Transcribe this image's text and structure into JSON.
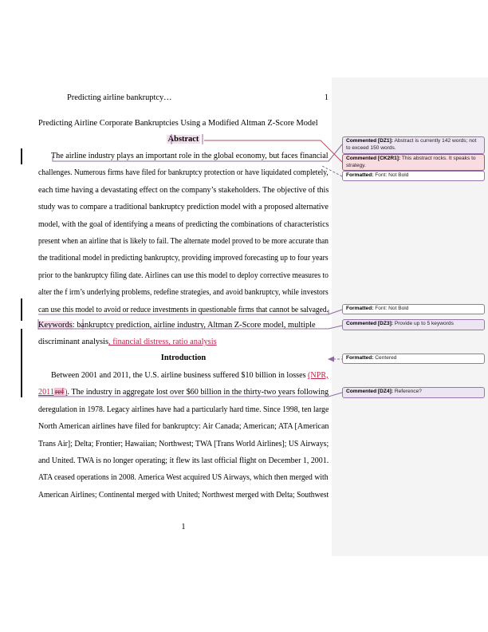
{
  "colors": {
    "purple_author": "#8e6c9e",
    "red_author": "#b25061",
    "insertion_text": "#c02348",
    "deletion_text": "#a81d4c",
    "deletion_bg": "#f3c3d3",
    "anchor_highlight": "#f3dceb",
    "markup_panel_bg": "#f4f4f4",
    "lavender_fill": "#eee5f3",
    "lavender_border": "#9678ae",
    "pink_fill": "#f8dce2",
    "pink_border": "#c0504d"
  },
  "header": {
    "running_head": "Predicting airline bankruptcy…",
    "page_number": "1"
  },
  "title": "Predicting Airline Corporate Bankruptcies Using a Modified Altman Z-Score Model",
  "abstract": {
    "heading": "Abstract",
    "lines": [
      {
        "i": 1,
        "segs": [
          {
            "t": "The airline industry plays an important role in the global economy, but faces financial",
            "c": ""
          }
        ]
      },
      "challenges.  Numerous firms have filed for bankruptcy protection or have liquidated completely,",
      "each time having a devastating effect on the company’s stakeholders.   The objective of this",
      "study was to compare a traditional bankruptcy prediction model with a proposed alternative",
      "model, with the goal of  identifying a means of predicting the combinations of characteristics",
      "present when an airline that is likely to fail.  The alternate model proved to be more accurate than",
      "the traditional model in predicting bankruptcy, providing improved forecasting up to four years",
      "prior to the bankruptcy filing date.  Airlines can use this model to deploy corrective measures to",
      "alter the f irm’s underlying problems, redefine strategies, and avoid bankruptcy, while investors",
      "can use this model to avoid or reduce investments in questionable firms that cannot be salvaged."
    ]
  },
  "keywords": {
    "lines": [
      {
        "segs": [
          {
            "t": "Keywords",
            "c": "hl"
          },
          {
            "t": ":  bankruptcy prediction, airline industry, Altman Z-Score model, multiple",
            "c": ""
          }
        ]
      },
      {
        "segs": [
          {
            "t": "discriminant analysis",
            "c": ""
          },
          {
            "t": ", financial distress, ratio analysis",
            "c": "ins"
          }
        ]
      }
    ]
  },
  "introduction": {
    "heading": "Introduction",
    "lines": [
      {
        "i": 1,
        "segs": [
          {
            "t": "Between 2001 and 2011, the U.S. airline business suffered $10 billion in losses ",
            "c": ""
          },
          {
            "t": "(NPR,",
            "c": "ins"
          }
        ]
      },
      {
        "segs": [
          {
            "t": "2011",
            "c": "ins"
          },
          {
            "t": "ref",
            "c": "del"
          },
          {
            "t": ")",
            "c": "ins"
          },
          {
            "t": ". The industry in aggregate lost over $60 billion in the thirty-two years following",
            "c": ""
          }
        ]
      },
      "deregulation in 1978. Legacy airlines have had a particularly hard time. Since 1998, ten large",
      "North American airlines have filed for bankruptcy: Air Canada; American; ATA [American",
      "Trans Air]; Delta; Frontier; Hawaiian; Northwest; TWA [Trans World Airlines]; US Airways;",
      "and United.  TWA is no longer operating; it flew its last official flight on December 1, 2001.",
      "ATA ceased operations in 2008.  America West acquired US Airways, which then merged with",
      "American Airlines; Continental merged with United; Northwest merged with Delta; Southwest"
    ]
  },
  "footer": {
    "page_number": "1"
  },
  "comments": {
    "dz1": {
      "prefix": "Commented [DZ1]:",
      "text": "Abstract is currently 142 words; not to exceed 150 words."
    },
    "ck2r1": {
      "prefix": "Commented [CK2R1]:",
      "text": "This abstract rocks. It speaks to strategy."
    },
    "f1": {
      "prefix": "Formatted:",
      "text": "Font: Not Bold"
    },
    "f2": {
      "prefix": "Formatted:",
      "text": "Font: Not Bold"
    },
    "dz3": {
      "prefix": "Commented [DZ3]:",
      "text": "Provide up to 5 keywords"
    },
    "f3": {
      "prefix": "Formatted:",
      "text": "Centered"
    },
    "dz4": {
      "prefix": "Commented [DZ4]:",
      "text": "Reference?"
    }
  }
}
